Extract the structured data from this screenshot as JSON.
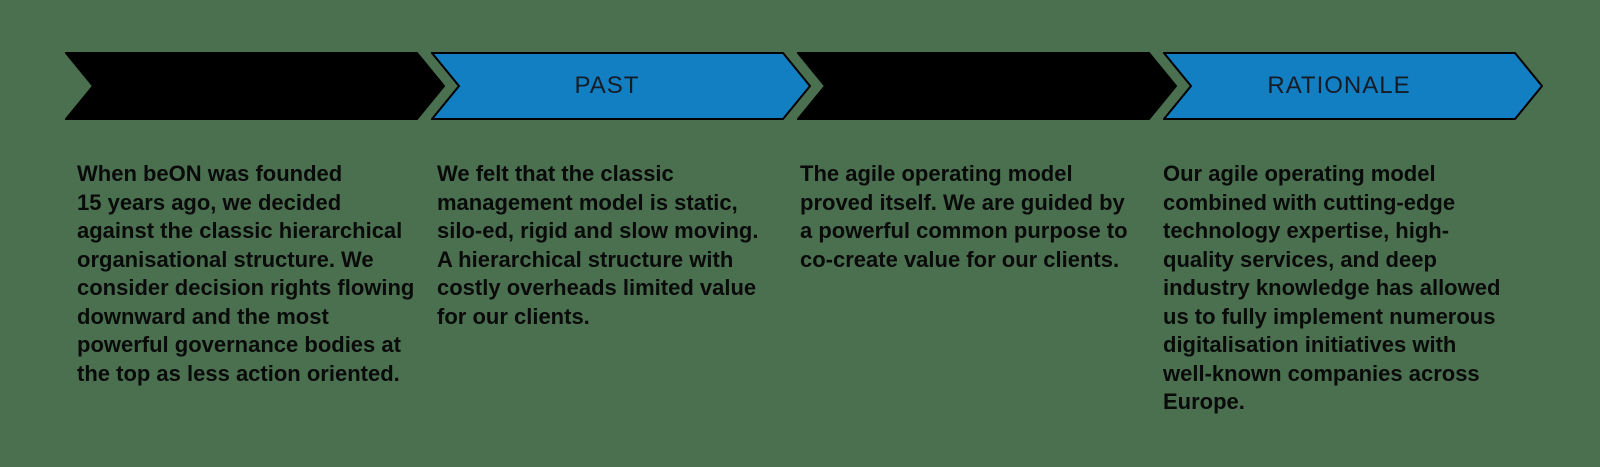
{
  "canvas": {
    "background_color": "#4a7050"
  },
  "colors": {
    "chevron_blue": "#137fc3",
    "chevron_black": "#000000",
    "chevron_outline": "#000000",
    "label_text": "#141c26",
    "body_text": "#0a0a0a"
  },
  "columns": [
    {
      "label": "",
      "chevron_color": "#000000",
      "body": "When beON was founded\n15 years ago, we decided\nagainst the classic hierarchical\norganisational structure.  We\nconsider decision rights flowing\ndownward and the most\npowerful governance bodies at\nthe top as less action oriented."
    },
    {
      "label": "PAST",
      "chevron_color": "#137fc3",
      "body": "We felt that the classic\nmanagement model is static,\nsilo-ed, rigid and slow moving.\nA hierarchical structure with\ncostly overheads limited value\nfor our clients."
    },
    {
      "label": "",
      "chevron_color": "#000000",
      "body": "The agile operating model\nproved itself. We are guided by\na powerful common purpose to\nco-create value for our clients."
    },
    {
      "label": "RATIONALE",
      "chevron_color": "#137fc3",
      "body": "Our agile operating model\ncombined with cutting-edge\ntechnology expertise, high-\nquality services, and deep\nindustry knowledge has allowed\nus to fully implement numerous\ndigitalisation initiatives with\nwell-known companies across\nEurope."
    }
  ]
}
